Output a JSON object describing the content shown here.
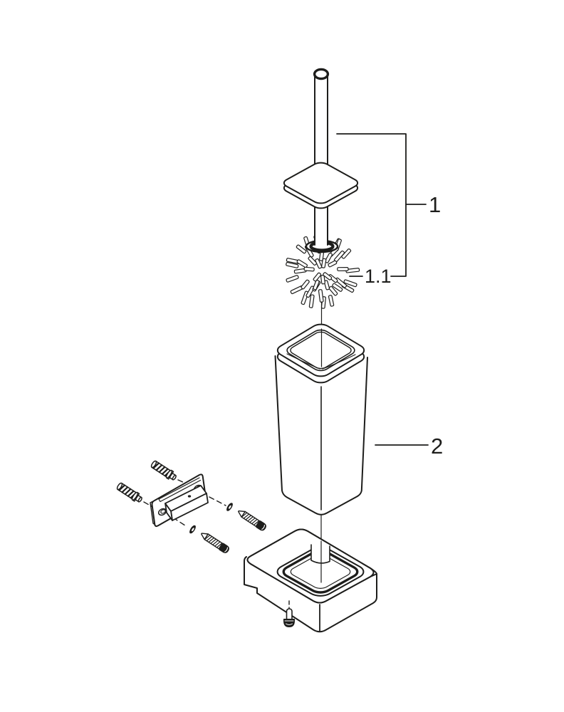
{
  "diagram": {
    "title": "exploded-parts-diagram-toilet-brush-set",
    "background_color": "#ffffff",
    "line_color": "#1d1d1b",
    "callouts": [
      {
        "id": "part-1",
        "label": "1"
      },
      {
        "id": "part-1-1",
        "label": "1.1"
      },
      {
        "id": "part-2",
        "label": "2"
      }
    ]
  }
}
